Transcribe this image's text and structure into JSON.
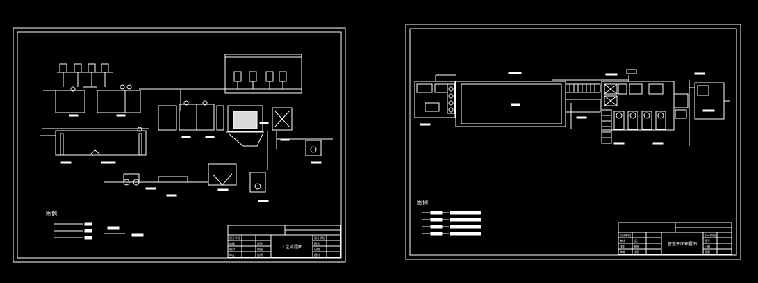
{
  "colors": {
    "background": "#000000",
    "line": "#ffffff"
  },
  "sheets": [
    {
      "id": "process-flow",
      "title_block": {
        "drawing_title": "工艺流程图",
        "rows": [
          [
            "设计单位",
            "",
            "",
            "设计阶段"
          ],
          [
            "审核",
            "设计",
            "",
            "图号"
          ],
          [
            "校对",
            "制图",
            "",
            "日期"
          ],
          [
            "审定",
            "比例",
            "",
            "图别"
          ]
        ]
      },
      "legend_heading": "图例:"
    },
    {
      "id": "plan-layout",
      "title_block": {
        "drawing_title": "管道平面布置图",
        "rows": [
          [
            "设计单位",
            "",
            "",
            "设计阶段"
          ],
          [
            "审核",
            "设计",
            "",
            "图号"
          ],
          [
            "校对",
            "制图",
            "",
            "日期"
          ],
          [
            "审定",
            "比例",
            "",
            "图别"
          ]
        ]
      },
      "legend_heading": "图例:"
    }
  ]
}
